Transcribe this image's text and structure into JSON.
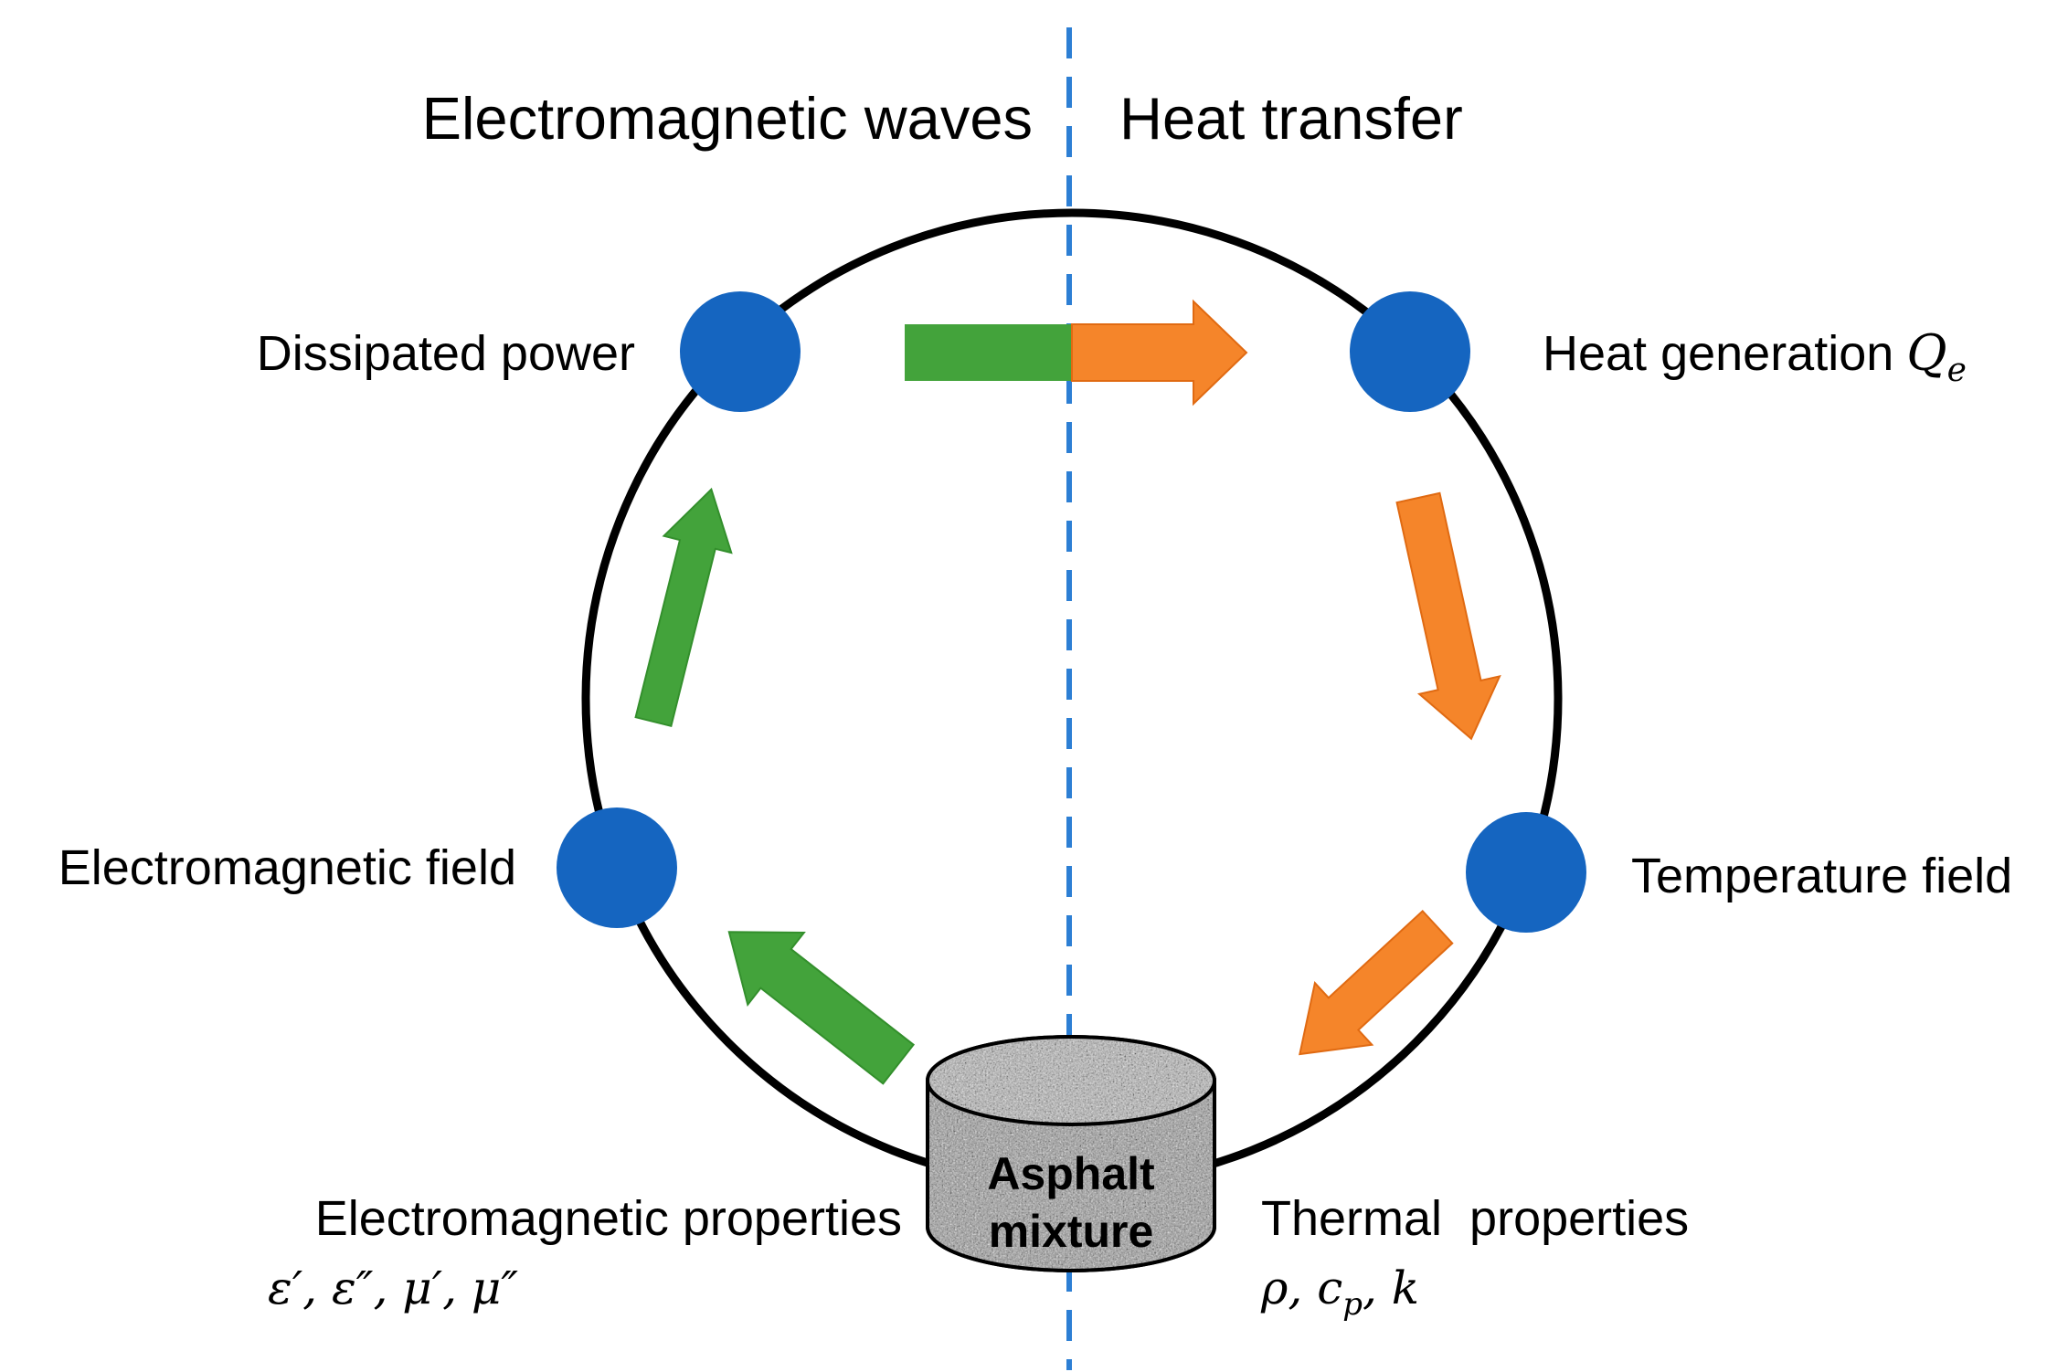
{
  "headers": {
    "left": "Electromagnetic waves",
    "right": "Heat transfer"
  },
  "nodes": {
    "dissipated_power": "Dissipated power",
    "heat_generation": "Heat generation",
    "heat_generation_symbol": "Q",
    "heat_generation_subscript": "e",
    "electromagnetic_field": "Electromagnetic field",
    "temperature_field": "Temperature field"
  },
  "center": {
    "line1": "Asphalt",
    "line2": "mixture"
  },
  "properties": {
    "electromagnetic_label": "Electromagnetic properties",
    "electromagnetic_symbols": "ε′, ε″, μ′, μ″",
    "thermal_label": "Thermal  properties",
    "thermal_rho": "ρ, ",
    "thermal_c": "c",
    "thermal_c_subscript": "p",
    "thermal_k": ", k"
  },
  "colors": {
    "node_blue": "#1565C0",
    "green": "#43A33B",
    "orange": "#F5852A",
    "divider_blue": "#2D7FD4",
    "circle": "#000000"
  }
}
